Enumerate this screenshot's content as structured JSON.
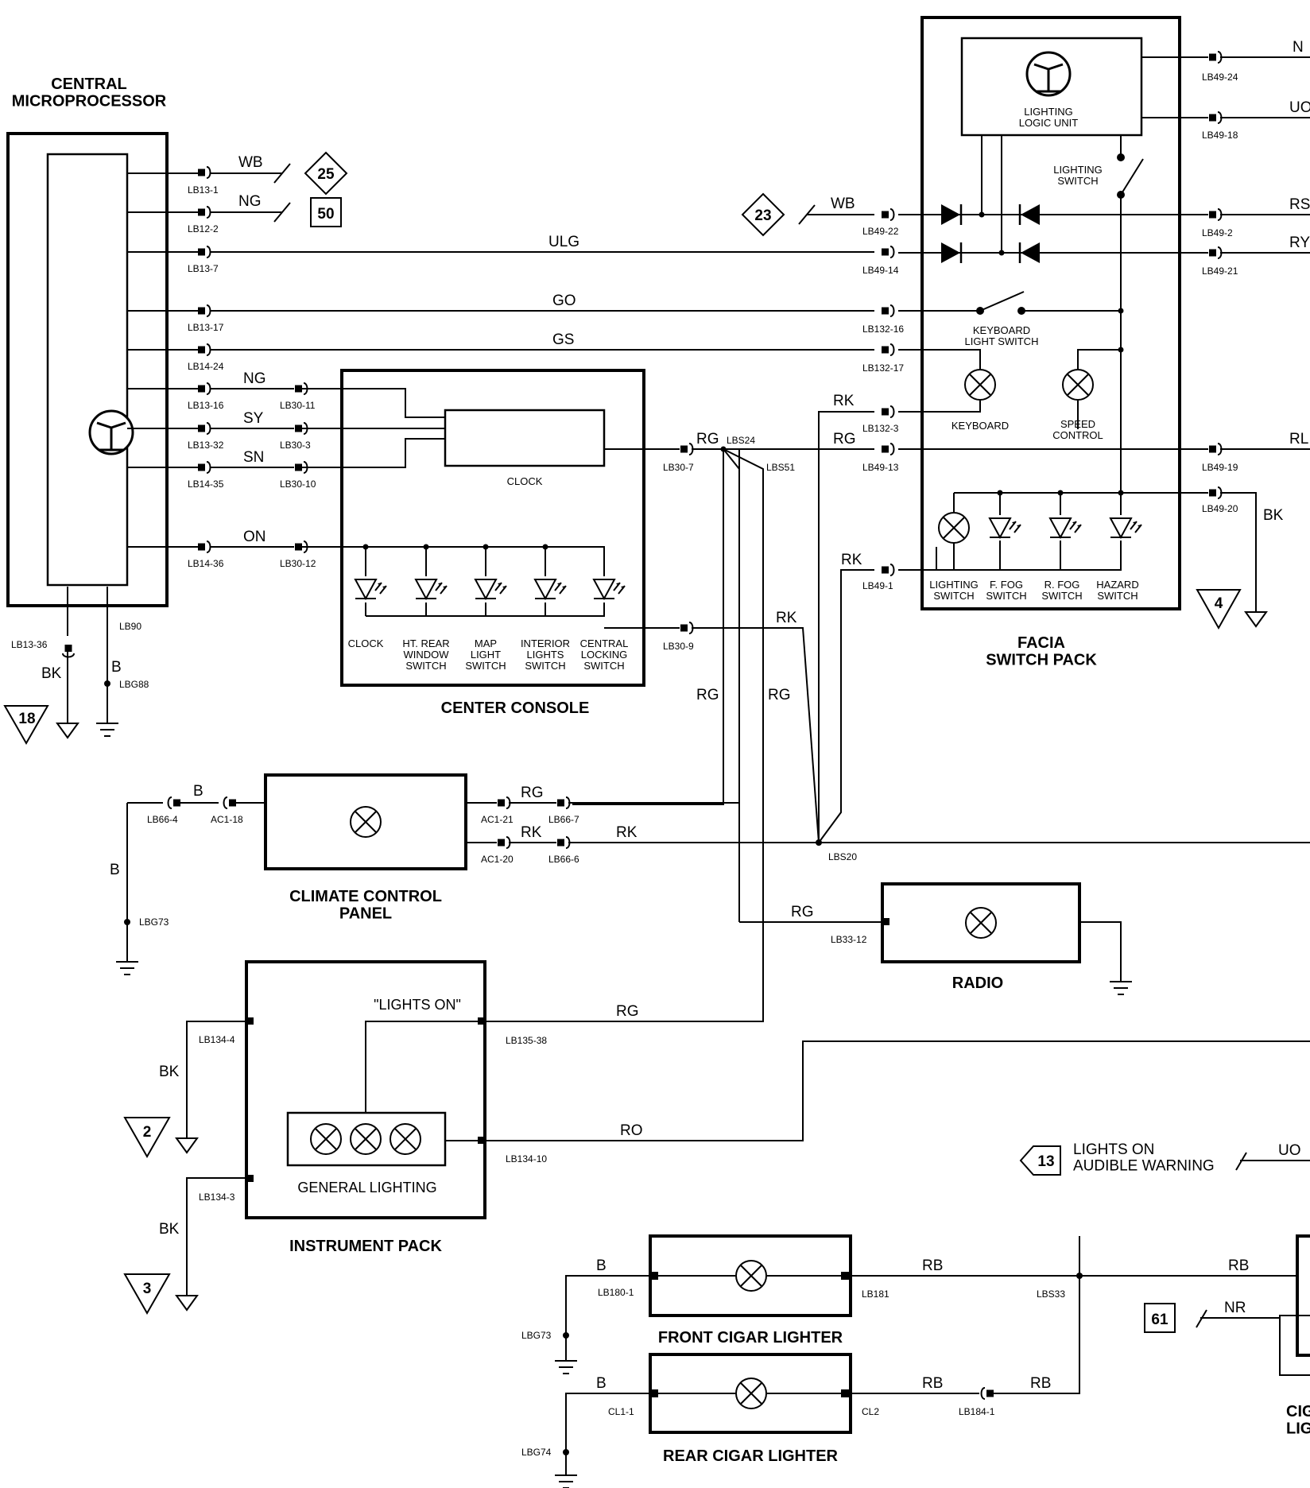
{
  "components": {
    "central_microprocessor": "CENTRAL\nMICROPROCESSOR",
    "center_console": "CENTER CONSOLE",
    "clock": "CLOCK",
    "facia_switch_pack": "FACIA\nSWITCH PACK",
    "lighting_logic_unit": "LIGHTING\nLOGIC UNIT",
    "lighting_switch_top": "LIGHTING\nSWITCH",
    "keyboard_light_switch": "KEYBOARD\nLIGHT SWITCH",
    "keyboard": "KEYBOARD",
    "speed_control": "SPEED\nCONTROL",
    "climate_control_panel": "CLIMATE CONTROL\nPANEL",
    "radio": "RADIO",
    "instrument_pack": "INSTRUMENT PACK",
    "lights_on_label": "\"LIGHTS ON\"",
    "general_lighting": "GENERAL LIGHTING",
    "front_cigar_lighter": "FRONT CIGAR LIGHTER",
    "rear_cigar_lighter": "REAR CIGAR LIGHTER",
    "cigar_lighter_partial": "CIG\nLIG",
    "lights_on_warning": "LIGHTS ON\nAUDIBLE WARNING"
  },
  "console_lamps": [
    "CLOCK",
    "HT. REAR\nWINDOW\nSWITCH",
    "MAP\nLIGHT\nSWITCH",
    "INTERIOR\nLIGHTS\nSWITCH",
    "CENTRAL\nLOCKING\nSWITCH"
  ],
  "facia_lamps": [
    "LIGHTING\nSWITCH",
    "F. FOG\nSWITCH",
    "R. FOG\nSWITCH",
    "HAZARD\nSWITCH"
  ],
  "wires": {
    "wb1": "WB",
    "ng1": "NG",
    "ulg": "ULG",
    "go": "GO",
    "gs": "GS",
    "ng2": "NG",
    "sy": "SY",
    "sn": "SN",
    "on": "ON",
    "bk1": "BK",
    "b1": "B",
    "wb2": "WB",
    "rk1": "RK",
    "rg1": "RG",
    "rg2": "RG",
    "rk2": "RK",
    "rk3": "RK",
    "rg3": "RG",
    "rg4": "RG",
    "b2": "B",
    "b3": "B",
    "rg5": "RG",
    "rk4": "RK",
    "rk5": "RK",
    "rg6": "RG",
    "rg7": "RG",
    "bk2": "BK",
    "bk3": "BK",
    "ro": "RO",
    "b4": "B",
    "rb1": "RB",
    "rb2": "RB",
    "nr": "NR",
    "b5": "B",
    "rb3": "RB",
    "rb4": "RB",
    "uo": "UO",
    "bk4": "BK",
    "n": "N",
    "uo2": "UO",
    "rs": "RS",
    "ry": "RY",
    "rl": "RL"
  },
  "connectors": {
    "lb13_1": "LB13-1",
    "lb12_2": "LB12-2",
    "lb13_7": "LB13-7",
    "lb13_17": "LB13-17",
    "lb14_24": "LB14-24",
    "lb13_16": "LB13-16",
    "lb13_32": "LB13-32",
    "lb14_35": "LB14-35",
    "lb14_36": "LB14-36",
    "lb13_36": "LB13-36",
    "lb90": "LB90",
    "lbg88": "LBG88",
    "lb30_11": "LB30-11",
    "lb30_3": "LB30-3",
    "lb30_10": "LB30-10",
    "lb30_12": "LB30-12",
    "lb30_7": "LB30-7",
    "lb30_9": "LB30-9",
    "lbs24": "LBS24",
    "lbs51": "LBS51",
    "lb49_22": "LB49-22",
    "lb49_14": "LB49-14",
    "lb132_16": "LB132-16",
    "lb132_17": "LB132-17",
    "lb132_3": "LB132-3",
    "lb49_13": "LB49-13",
    "lb49_1": "LB49-1",
    "lb49_24": "LB49-24",
    "lb49_18": "LB49-18",
    "lb49_2": "LB49-2",
    "lb49_21": "LB49-21",
    "lb49_19": "LB49-19",
    "lb49_20": "LB49-20",
    "lb66_4": "LB66-4",
    "ac1_18": "AC1-18",
    "ac1_21": "AC1-21",
    "ac1_20": "AC1-20",
    "lb66_7": "LB66-7",
    "lb66_6": "LB66-6",
    "lbs20": "LBS20",
    "lbg73": "LBG73",
    "lb33_12": "LB33-12",
    "lb134_4": "LB134-4",
    "lb134_3": "LB134-3",
    "lb135_38": "LB135-38",
    "lb134_10": "LB134-10",
    "lb180_1": "LB180-1",
    "lb181": "LB181",
    "lbs33": "LBS33",
    "lbg73b": "LBG73",
    "cl1_1": "CL1-1",
    "cl2": "CL2",
    "lb184_1": "LB184-1",
    "lbg74": "LBG74"
  },
  "refs": {
    "r25": "25",
    "r50": "50",
    "r23": "23",
    "r18": "18",
    "r4": "4",
    "r2": "2",
    "r3": "3",
    "r13": "13",
    "r61": "61"
  }
}
